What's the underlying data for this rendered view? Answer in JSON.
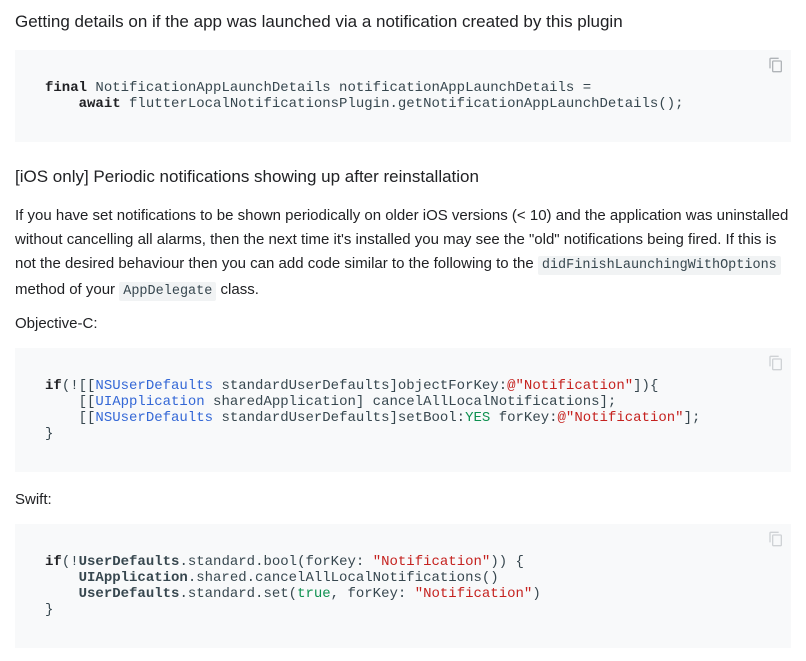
{
  "section1": {
    "heading": "Getting details on if the app was launched via a notification created by this plugin",
    "code": [
      [
        {
          "t": "final",
          "c": "kw"
        },
        {
          "t": " NotificationAppLaunchDetails notificationAppLaunchDetails =",
          "c": ""
        }
      ],
      [
        {
          "t": "    ",
          "c": ""
        },
        {
          "t": "await",
          "c": "kw"
        },
        {
          "t": " flutterLocalNotificationsPlugin.getNotificationAppLaunchDetails();",
          "c": ""
        }
      ]
    ]
  },
  "section2": {
    "heading": "[iOS only] Periodic notifications showing up after reinstallation",
    "paragraph_part1": "If you have set notifications to be shown periodically on older iOS versions (< 10) and the application was uninstalled without cancelling all alarms, then the next time it's installed you may see the \"old\" notifications being fired. If this is not the desired behaviour then you can add code similar to the following to the ",
    "inline_code1": "didFinishLaunchingWithOptions",
    "paragraph_part2": " method of your ",
    "inline_code2": "AppDelegate",
    "paragraph_part3": " class."
  },
  "objc": {
    "label": "Objective-C:",
    "code": [
      [
        {
          "t": "if",
          "c": "kw"
        },
        {
          "t": "(![[",
          "c": ""
        },
        {
          "t": "NSUserDefaults",
          "c": "ty"
        },
        {
          "t": " standardUserDefaults]objectForKey:",
          "c": ""
        },
        {
          "t": "@\"Notification\"",
          "c": "st"
        },
        {
          "t": "]){",
          "c": ""
        }
      ],
      [
        {
          "t": "    [[",
          "c": ""
        },
        {
          "t": "UIApplication",
          "c": "ty"
        },
        {
          "t": " sharedApplication] cancelAllLocalNotifications];",
          "c": ""
        }
      ],
      [
        {
          "t": "    [[",
          "c": ""
        },
        {
          "t": "NSUserDefaults",
          "c": "ty"
        },
        {
          "t": " standardUserDefaults]setBool:",
          "c": ""
        },
        {
          "t": "YES",
          "c": "kt"
        },
        {
          "t": " forKey:",
          "c": ""
        },
        {
          "t": "@\"Notification\"",
          "c": "st"
        },
        {
          "t": "];",
          "c": ""
        }
      ],
      [
        {
          "t": "}",
          "c": ""
        }
      ]
    ]
  },
  "swift": {
    "label": "Swift:",
    "code": [
      [
        {
          "t": "if",
          "c": "kw"
        },
        {
          "t": "(!",
          "c": ""
        },
        {
          "t": "UserDefaults",
          "c": "sw"
        },
        {
          "t": ".standard.bool(forKey: ",
          "c": ""
        },
        {
          "t": "\"Notification\"",
          "c": "st"
        },
        {
          "t": ")) {",
          "c": ""
        }
      ],
      [
        {
          "t": "    ",
          "c": ""
        },
        {
          "t": "UIApplication",
          "c": "sw"
        },
        {
          "t": ".shared.cancelAllLocalNotifications()",
          "c": ""
        }
      ],
      [
        {
          "t": "    ",
          "c": ""
        },
        {
          "t": "UserDefaults",
          "c": "sw"
        },
        {
          "t": ".standard.set(",
          "c": ""
        },
        {
          "t": "true",
          "c": "kt"
        },
        {
          "t": ", forKey: ",
          "c": ""
        },
        {
          "t": "\"Notification\"",
          "c": "st"
        },
        {
          "t": ")",
          "c": ""
        }
      ],
      [
        {
          "t": "}",
          "c": ""
        }
      ]
    ]
  },
  "icons": {
    "copy": "copy-icon"
  },
  "colors": {
    "code_background": "#f8f9fa",
    "inline_code_background": "#f1f3f4",
    "type": "#3367d6",
    "string": "#c5221f",
    "literal": "#0d904f"
  }
}
